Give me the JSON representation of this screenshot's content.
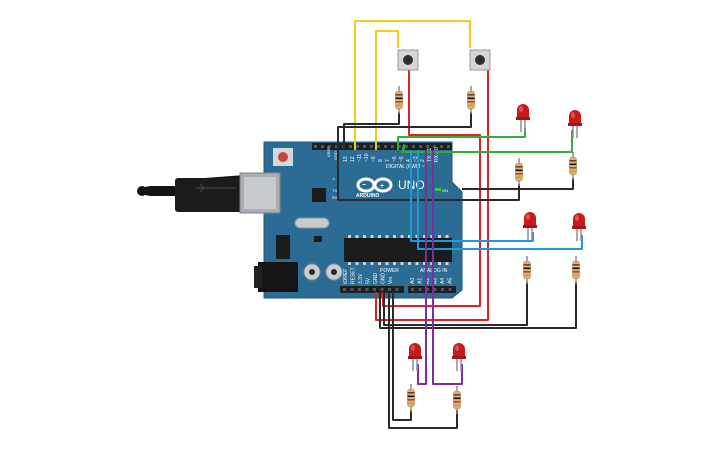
{
  "board": {
    "logo_symbol": "∞",
    "model": "UNO",
    "brand": "ARDUINO",
    "digital_label": "DIGITAL (PWM ~)",
    "power_label": "POWER",
    "analog_label": "ANALOG IN",
    "on_label": "ON",
    "tx_label": "TX",
    "rx_label": "RX",
    "l_label": "L",
    "aref_label": "AREF",
    "gnd_label": "GND",
    "digital_pins": [
      "13",
      "12",
      "~11",
      "~10",
      "~9",
      "8",
      "7",
      "~6",
      "~5",
      "4",
      "~3",
      "2",
      "TX→1",
      "RX←0"
    ],
    "power_pins": [
      "IOREF",
      "RESET",
      "3.3V",
      "5V",
      "GND",
      "GND",
      "Vin"
    ],
    "analog_pins": [
      "A0",
      "A1",
      "A2",
      "A3",
      "A4",
      "A5"
    ]
  },
  "colors": {
    "board": "#2b6c95",
    "board_edge": "#1d5478",
    "header": "#1f1f1f",
    "wire_yellow": "#f2cc1b",
    "wire_red": "#d8232a",
    "wire_black": "#2a2a2a",
    "wire_green": "#2fae3a",
    "wire_blue": "#1e9ad6",
    "wire_purple": "#7b2f9a",
    "led_red": "#c91a1a",
    "resistor_body": "#d9b27c",
    "button_body": "#4a4a4a"
  },
  "components": {
    "usb": "usb-connector",
    "power_jack": "dc-power-jack",
    "reset": "reset-button",
    "chip": "atmega-chip",
    "crystal": "crystal-oscillator",
    "pushbuttons": 2,
    "leds": 6,
    "resistors": 8
  }
}
